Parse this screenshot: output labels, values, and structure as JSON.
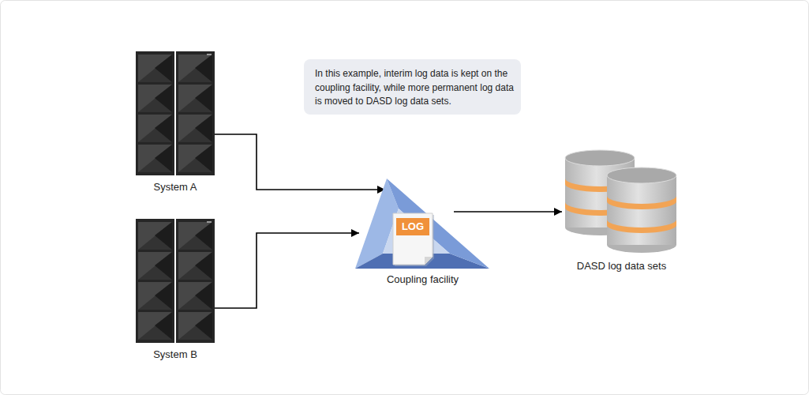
{
  "diagram": {
    "nodes": [
      {
        "text": [
          "System A"
        ]
      },
      {
        "text": [
          "In this example, interim log data is kept on the coupling facility, while more permanent log data is moved to DASD log data sets."
        ]
      },
      {
        "text": [
          "System B"
        ]
      },
      {
        "text": [
          "Coupling facility"
        ]
      },
      {
        "text": [
          "LOG"
        ],
        "in": 3
      },
      {
        "text": [
          "DASD log data sets"
        ]
      }
    ],
    "edges": [
      {
        "from": 0,
        "to": 3,
        "arrow": "to"
      },
      {
        "from": 2,
        "to": 3,
        "arrow": "to"
      },
      {
        "from": 3,
        "to": 5,
        "arrow": "to"
      }
    ]
  }
}
